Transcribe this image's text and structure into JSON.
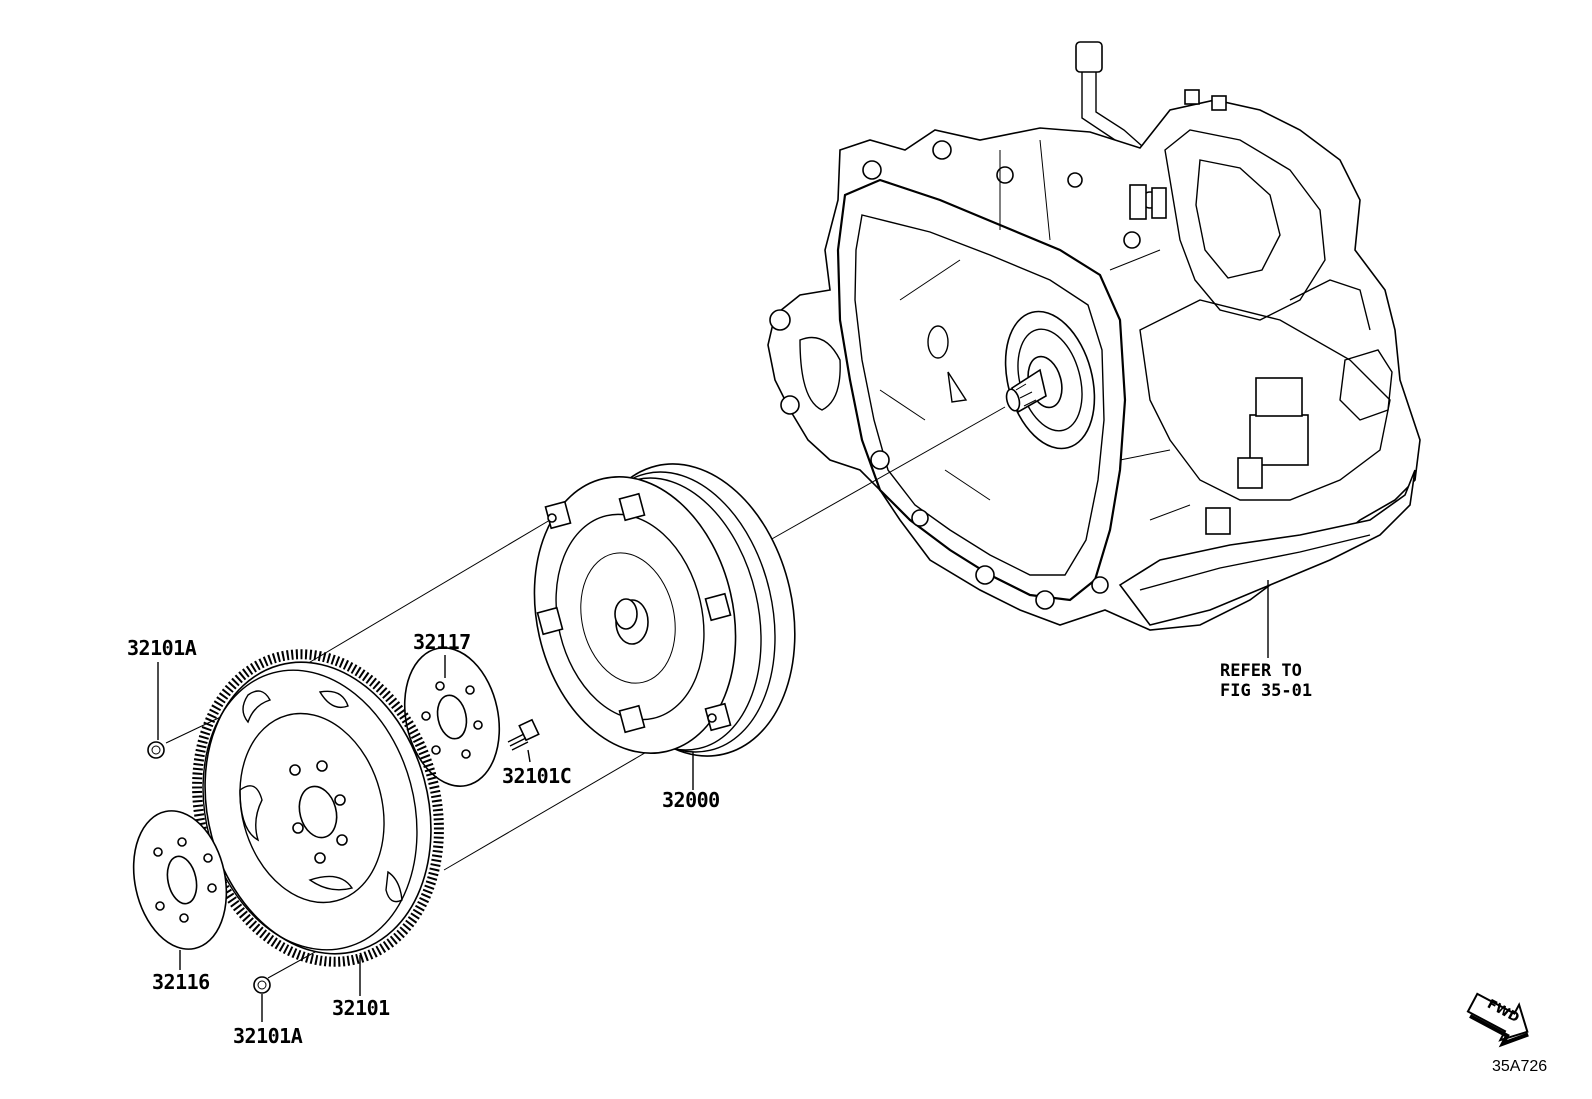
{
  "callouts": {
    "flywheel_bolt_top": "32101A",
    "plate_32117": "32117",
    "bolt_32101C": "32101C",
    "converter": "32000",
    "plate_32116": "32116",
    "flywheel": "32101",
    "flywheel_bolt_bottom": "32101A"
  },
  "refer": {
    "line1": "REFER TO",
    "line2": "FIG 35-01"
  },
  "fwd_label": "FWD",
  "figure_code": "35A726"
}
